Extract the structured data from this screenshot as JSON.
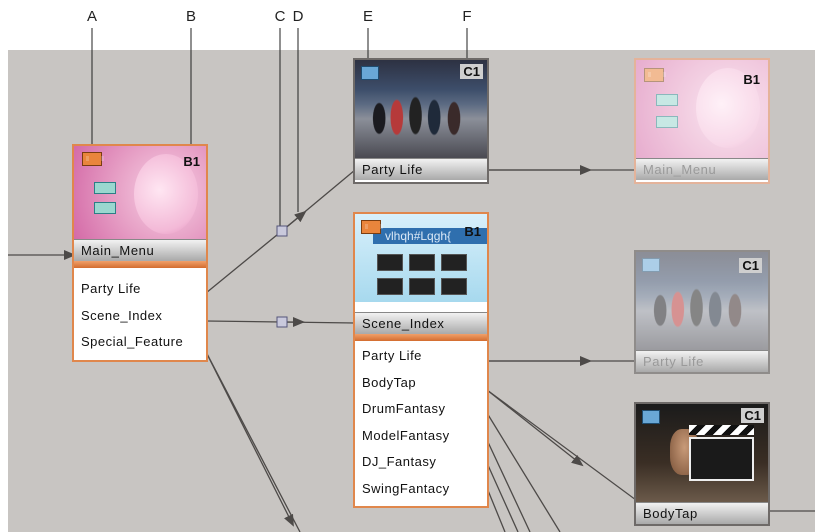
{
  "callouts": [
    "A",
    "B",
    "C",
    "D",
    "E",
    "F"
  ],
  "nodes": {
    "main_menu": {
      "name": "Main_Menu",
      "badge": "B1",
      "buttons": [
        "Party Life",
        "Scene_Index",
        "Special_Feature"
      ]
    },
    "party_life": {
      "name": "Party Life",
      "badge": "C1"
    },
    "scene_index": {
      "name": "Scene_Index",
      "badge": "B1",
      "thumb_title": "vlhqh#Lqgh{",
      "buttons": [
        "Party Life",
        "BodyTap",
        "DrumFantasy",
        "ModelFantasy",
        "DJ_Fantasy",
        "SwingFantacy"
      ]
    },
    "main_menu_ghost": {
      "name": "Main_Menu",
      "badge": "B1"
    },
    "party_life_ghost": {
      "name": "Party Life",
      "badge": "C1"
    },
    "bodytap": {
      "name": "BodyTap",
      "badge": "C1"
    }
  },
  "colors": {
    "canvas": "#c8c5c2",
    "selected_border": "#e0874c",
    "wire": "#4d4a48",
    "menu_icon": "#e9853c",
    "timeline_icon": "#69a7d6"
  },
  "icons": {
    "menu": "menu-icon",
    "timeline": "timeline-icon",
    "connector": "connector-handle-icon"
  }
}
